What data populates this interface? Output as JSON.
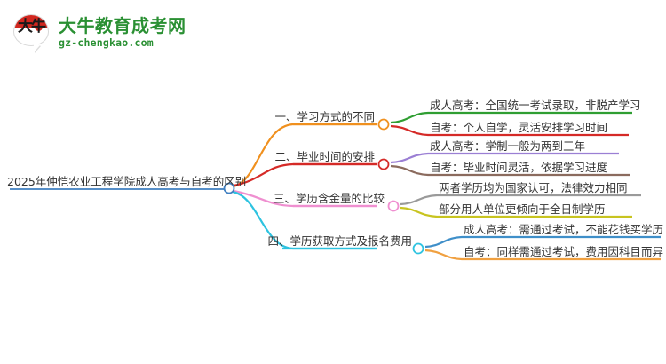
{
  "header": {
    "logo_char": "大牛",
    "site_name": "大牛教育成考网",
    "site_domain": "gz-chengkao.com",
    "brand_green": "#2a9033",
    "brand_red": "#d1271f"
  },
  "mindmap": {
    "root": {
      "label": "2025年仲恺农业工程学院成人高考与自考的区别",
      "color": "#3f7fc1"
    },
    "branches": [
      {
        "label": "一、学习方式的不同",
        "color": "#f0901e",
        "leaves": [
          {
            "label": "成人高考：全国统一考试录取，非脱产学习",
            "color": "#2f9e32"
          },
          {
            "label": "自考：个人自学，灵活安排学习时间",
            "color": "#d52a27"
          }
        ]
      },
      {
        "label": "二、毕业时间的安排",
        "color": "#d52a27",
        "leaves": [
          {
            "label": "成人高考：学制一般为两到三年",
            "color": "#9b7fd4"
          },
          {
            "label": "自考：毕业时间灵活，依据学习进度",
            "color": "#8b6b5e"
          }
        ]
      },
      {
        "label": "三、学历含金量的比较",
        "color": "#ef8fd0",
        "leaves": [
          {
            "label": "两者学历均为国家认可，法律效力相同",
            "color": "#9a9a9a"
          },
          {
            "label": "部分用人单位更倾向于全日制学历",
            "color": "#c8c420"
          }
        ]
      },
      {
        "label": "四、学历获取方式及报名费用",
        "color": "#2ec3e0",
        "leaves": [
          {
            "label": "成人高考：需通过考试，不能花钱买学历",
            "color": "#3f8fc9"
          },
          {
            "label": "自考：同样需通过考试，费用因科目而异",
            "color": "#f0a040"
          }
        ]
      }
    ]
  }
}
